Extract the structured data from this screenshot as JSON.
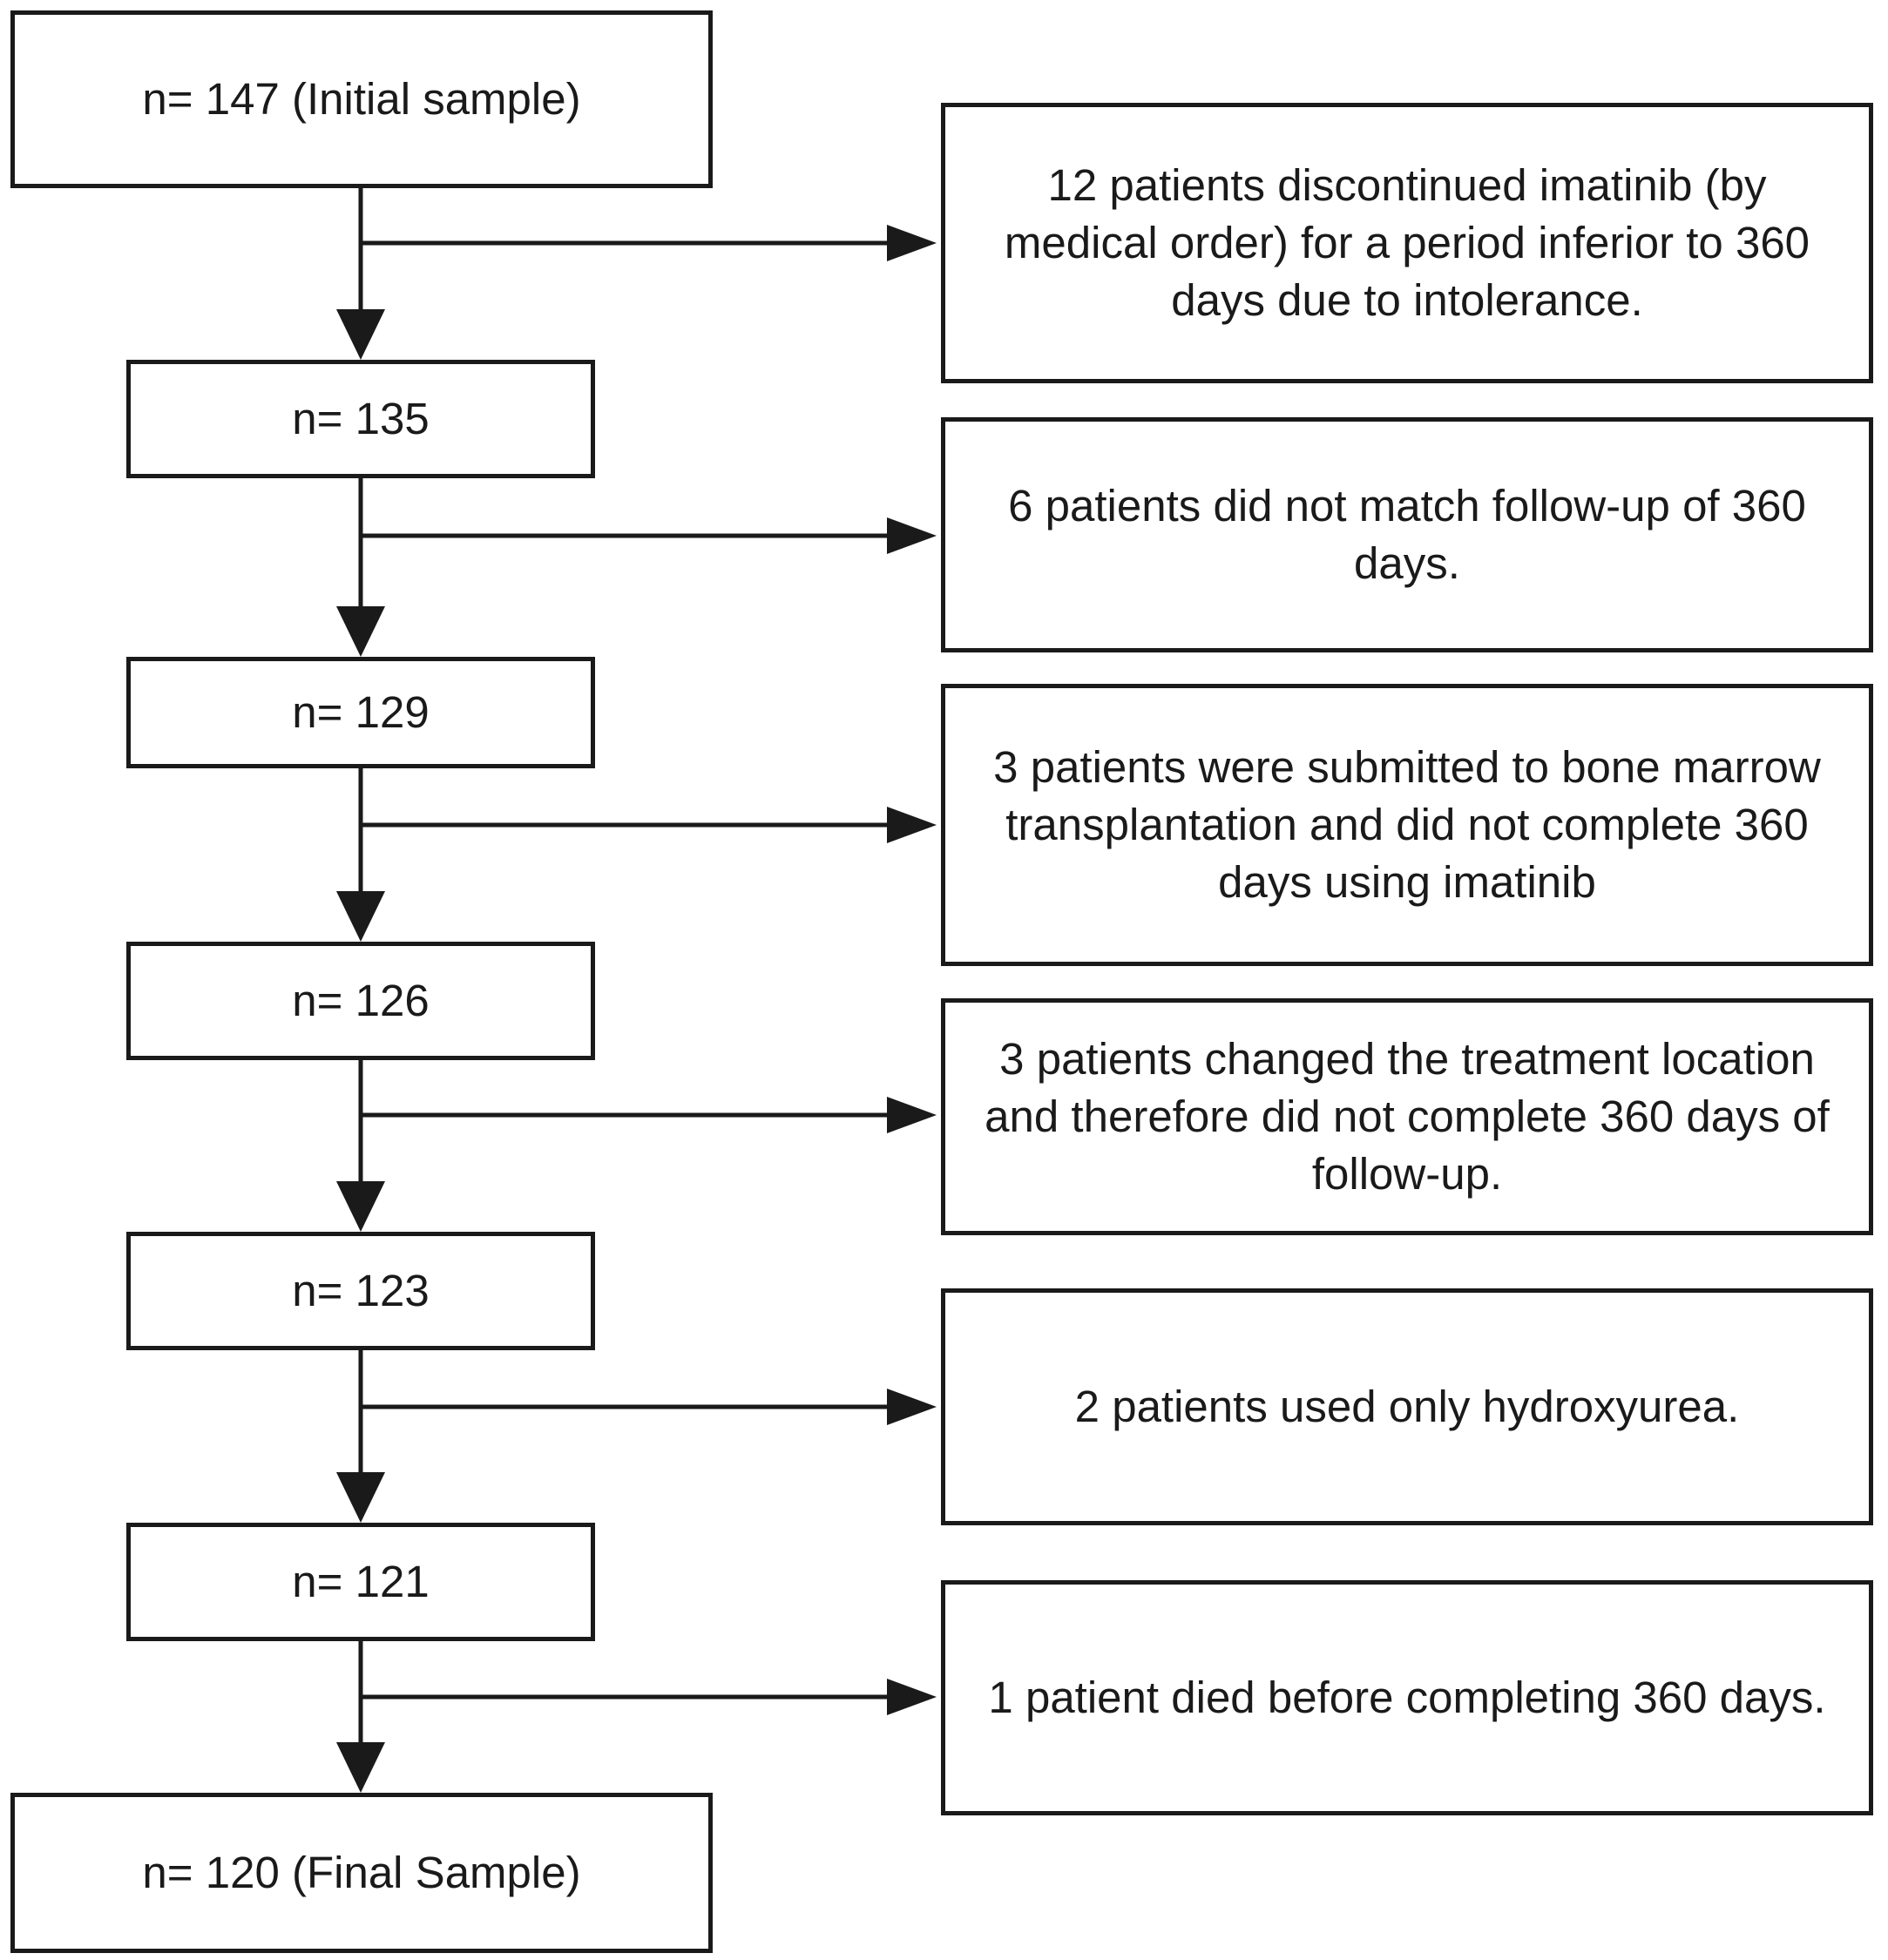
{
  "flow": {
    "main_nodes": [
      {
        "label": "n= 147 (Initial sample)"
      },
      {
        "label": "n= 135"
      },
      {
        "label": "n= 129"
      },
      {
        "label": "n= 126"
      },
      {
        "label": "n= 123"
      },
      {
        "label": "n= 121"
      },
      {
        "label": "n= 120 (Final Sample)"
      }
    ],
    "exclusions": [
      {
        "label": "12 patients discontinued imatinib (by medical order) for a period inferior to 360 days due to intolerance."
      },
      {
        "label": "6 patients did not match follow-up of 360 days."
      },
      {
        "label": "3 patients were submitted to bone marrow transplantation and did not complete 360 days using imatinib"
      },
      {
        "label": "3 patients changed the treatment location and therefore did not complete 360 days of follow-up."
      },
      {
        "label": "2 patients used only hydroxyurea."
      },
      {
        "label": "1 patient died before completing 360 days."
      }
    ]
  }
}
